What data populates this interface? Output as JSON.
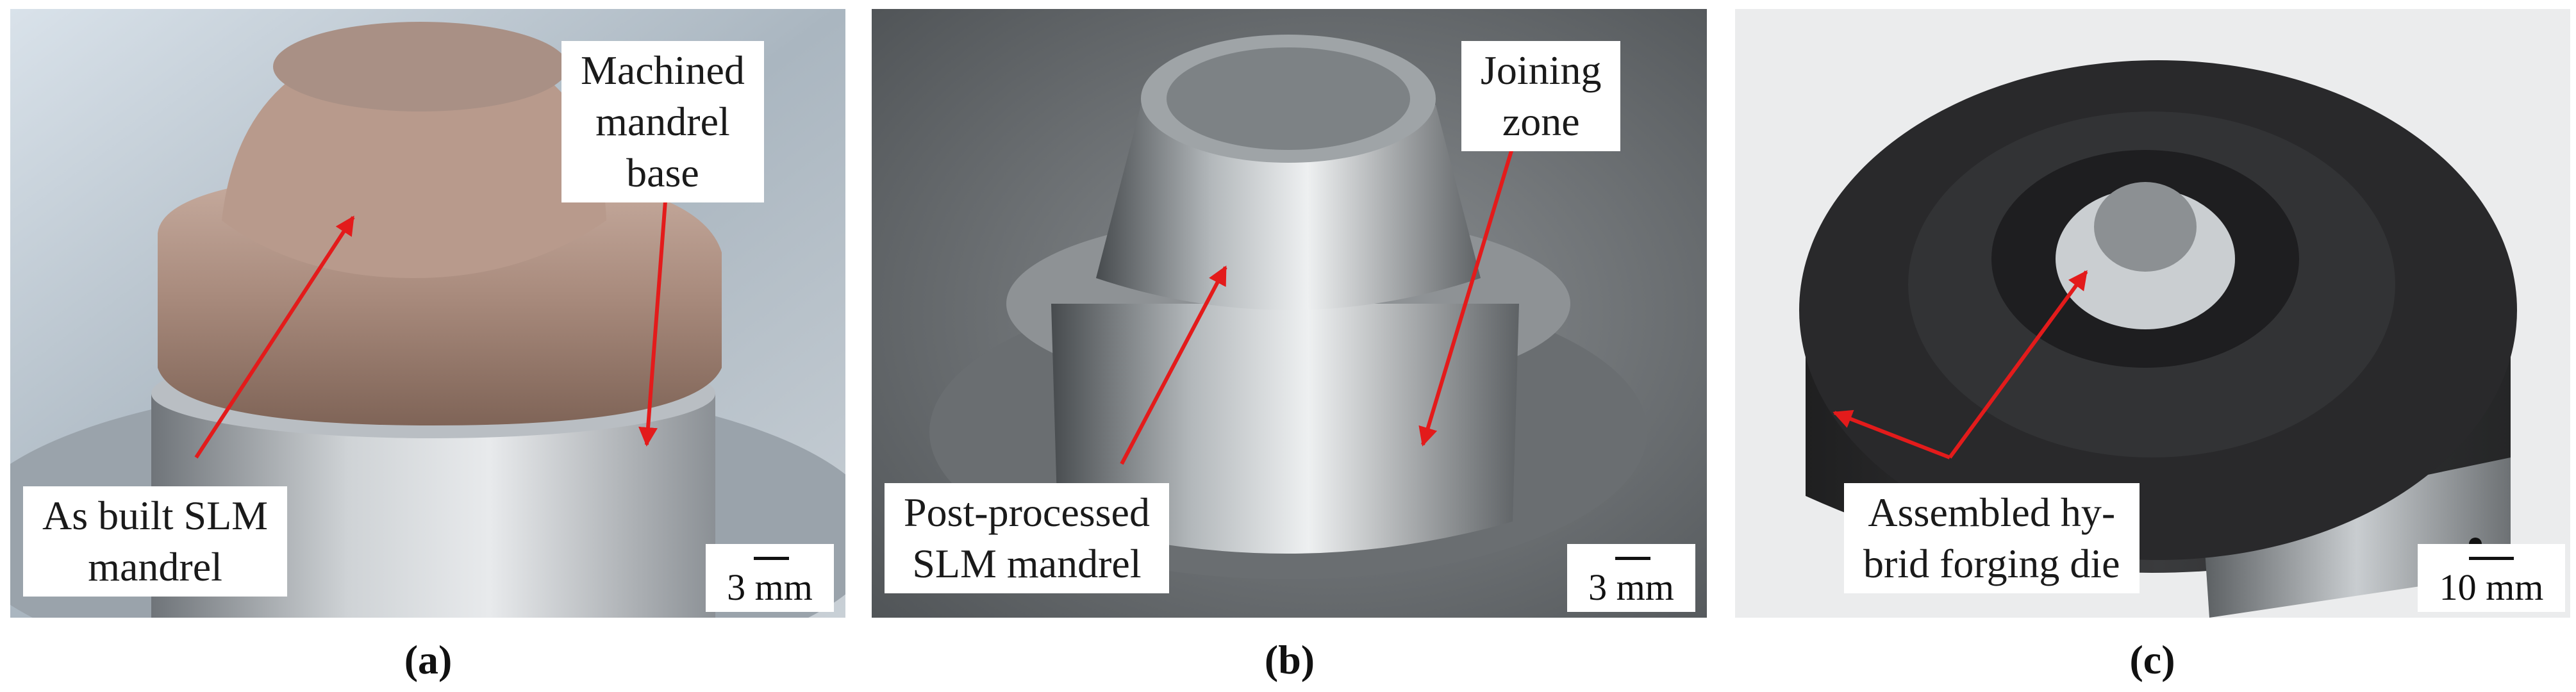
{
  "panels": [
    {
      "id": "a",
      "caption": "(a)",
      "labels": {
        "top": [
          "Machined",
          "mandrel",
          "base"
        ],
        "bottom": [
          "As built SLM",
          "mandrel"
        ]
      },
      "scale": "3 mm"
    },
    {
      "id": "b",
      "caption": "(b)",
      "labels": {
        "top": [
          "Joining",
          "zone"
        ],
        "bottom": [
          "Post-processed",
          "SLM mandrel"
        ]
      },
      "scale": "3 mm"
    },
    {
      "id": "c",
      "caption": "(c)",
      "labels": {
        "bottom": [
          "Assembled hy-",
          "brid forging die"
        ]
      },
      "scale": "10 mm"
    }
  ],
  "colors": {
    "arrow": "#e31b1b"
  }
}
